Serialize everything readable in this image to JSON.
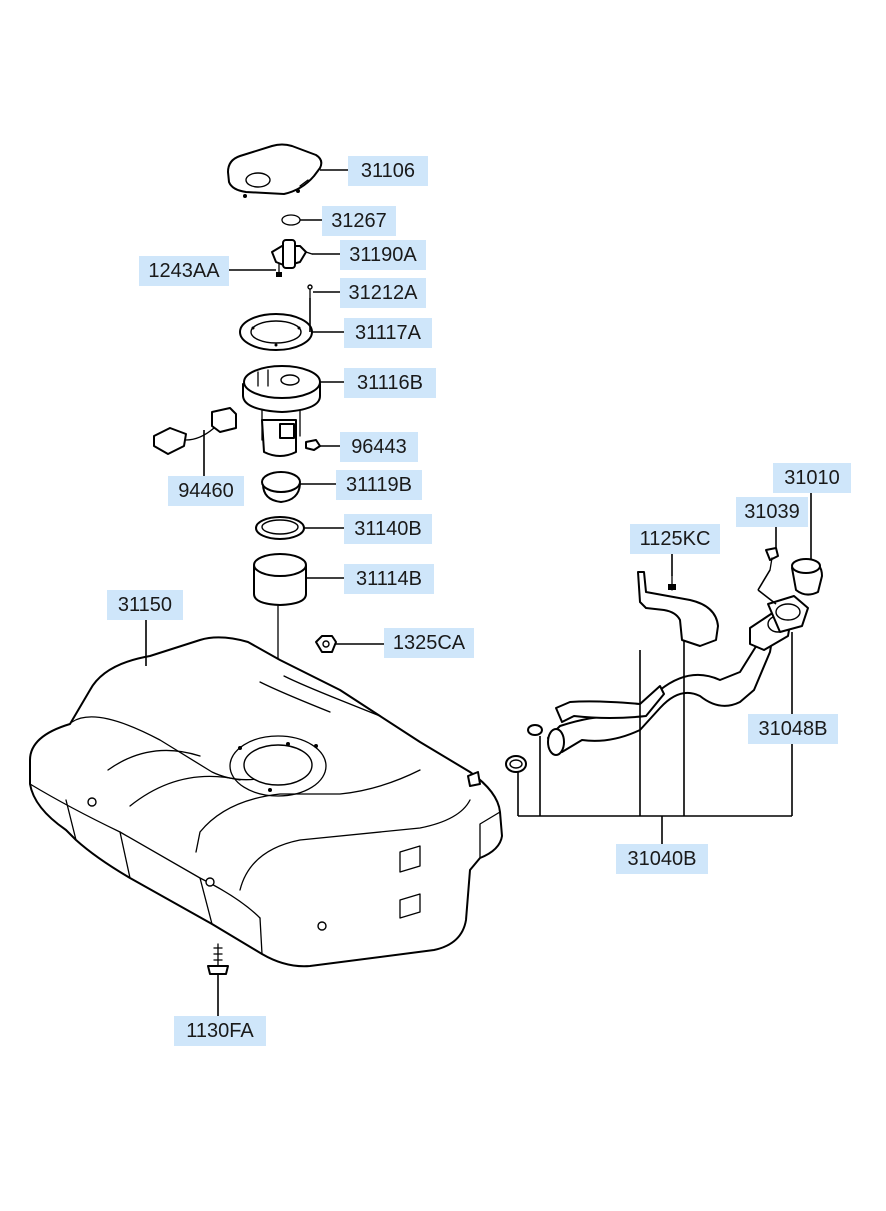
{
  "labels": {
    "p31106": "31106",
    "p31267": "31267",
    "p31190A": "31190A",
    "p1243AA": "1243AA",
    "p31212A": "31212A",
    "p31117A": "31117A",
    "p31116B": "31116B",
    "p96443": "96443",
    "p94460": "94460",
    "p31119B": "31119B",
    "p31140B": "31140B",
    "p31114B": "31114B",
    "p31150": "31150",
    "p1325CA": "1325CA",
    "p1130FA": "1130FA",
    "p31010": "31010",
    "p31039": "31039",
    "p1125KC": "1125KC",
    "p31048B": "31048B",
    "p31040B": "31040B"
  },
  "colors": {
    "label_background": "#cfe6fa",
    "line": "#000000"
  }
}
